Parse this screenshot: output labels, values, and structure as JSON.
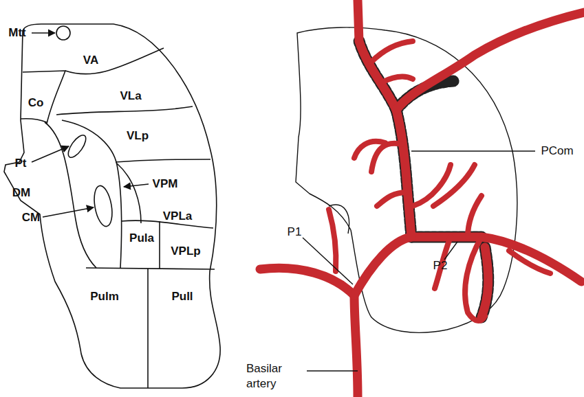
{
  "diagram": {
    "nodes": [
      {
        "text": [
          "VA"
        ]
      },
      {
        "text": [
          "Co"
        ]
      },
      {
        "text": [
          "VLa"
        ]
      },
      {
        "text": [
          "VLp"
        ]
      },
      {
        "text": [
          "DM"
        ]
      },
      {
        "text": [
          "VPLa"
        ]
      },
      {
        "text": [
          "Pula"
        ]
      },
      {
        "text": [
          "VPLp"
        ]
      },
      {
        "text": [
          "Pulm"
        ]
      },
      {
        "text": [
          "Pull"
        ]
      }
    ],
    "labels": [
      "Mtt",
      "Pt",
      "CM",
      "VPM",
      "PCom",
      "P1",
      "P2",
      "Basilar artery"
    ]
  }
}
